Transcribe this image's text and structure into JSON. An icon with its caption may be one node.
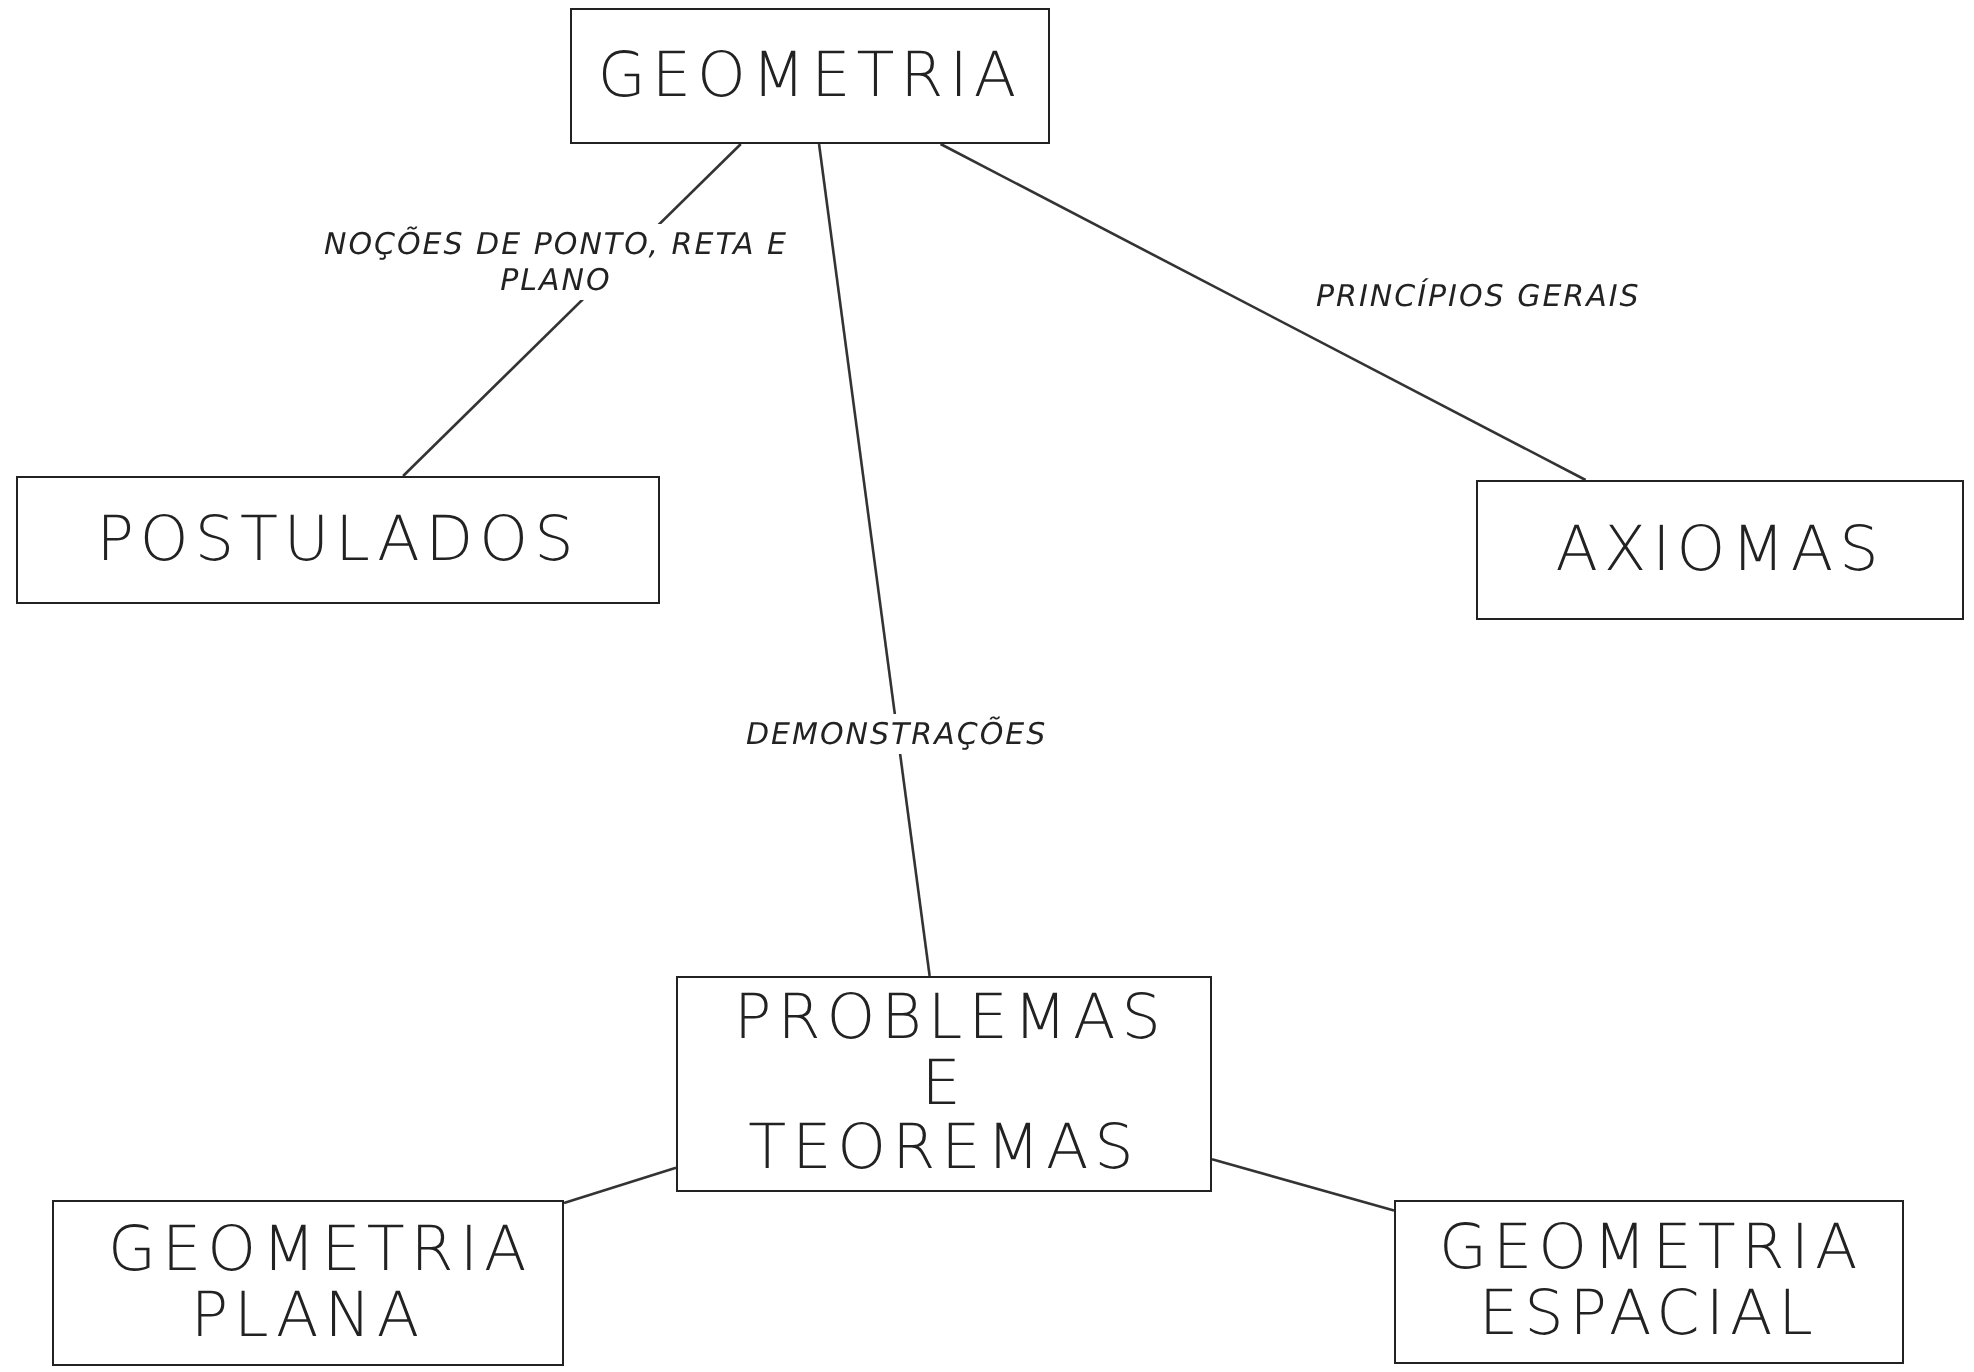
{
  "diagram": {
    "nodes": [
      {
        "text": [
          "GEOMETRIA"
        ]
      },
      {
        "text": [
          "POSTULADOS"
        ]
      },
      {
        "text": [
          "AXIOMAS"
        ]
      },
      {
        "text": [
          "PROBLEMAS E TEOREMAS"
        ]
      },
      {
        "text": [
          "GEOMETRIA PLANA"
        ]
      },
      {
        "text": [
          "GEOMETRIA ESPACIAL"
        ]
      }
    ],
    "edges": [
      {
        "from": 0,
        "to": 1,
        "arrow": "none",
        "label": "NOÇÕES DE PONTO, RETA E PLANO"
      },
      {
        "from": 0,
        "to": 3,
        "arrow": "none",
        "label": "DEMONSTRAÇÕES"
      },
      {
        "from": 0,
        "to": 2,
        "arrow": "none",
        "label": "PRINCÍPIOS GERAIS"
      },
      {
        "from": 3,
        "to": 4,
        "arrow": "none"
      },
      {
        "from": 3,
        "to": 5,
        "arrow": "none"
      }
    ]
  }
}
